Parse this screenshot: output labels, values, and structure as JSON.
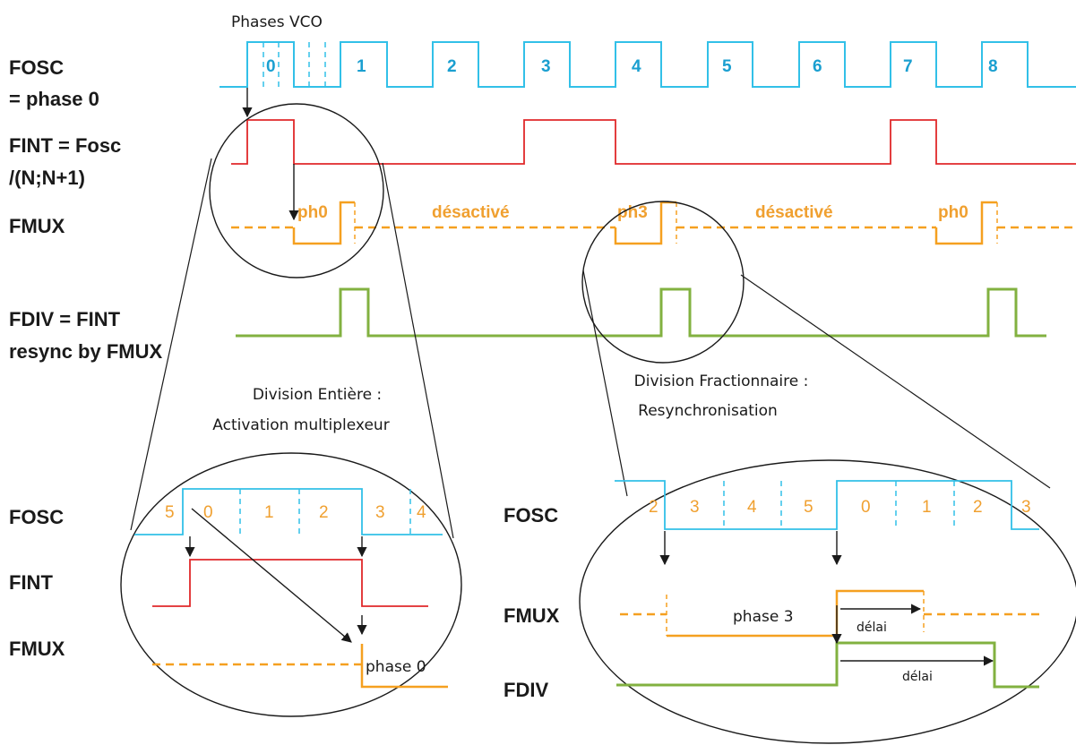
{
  "colors": {
    "fosc": "#32c0e8",
    "fint": "#e0282a",
    "fmux": "#f5a020",
    "fdiv": "#82b140",
    "ink": "#1a1a1a"
  },
  "top": {
    "phases_title": "Phases VCO",
    "labels": {
      "fosc_1": "FOSC",
      "fosc_2": "= phase 0",
      "fint_1": "FINT = Fosc",
      "fint_2": "/(N;N+1)",
      "fmux": "FMUX",
      "fdiv_1": "FDIV = FINT",
      "fdiv_2": "resync by FMUX"
    },
    "pulse_numbers": [
      "0",
      "1",
      "2",
      "3",
      "4",
      "5",
      "6",
      "7",
      "8"
    ],
    "fmux_tags": [
      "ph0",
      "désactivé",
      "ph3",
      "désactivé",
      "ph0"
    ]
  },
  "left_zoom": {
    "caption_1": "Division Entière :",
    "caption_2": "Activation multiplexeur",
    "labels": {
      "fosc": "FOSC",
      "fint": "FINT",
      "fmux": "FMUX"
    },
    "phase_numbers": [
      "5",
      "0",
      "1",
      "2",
      "3",
      "4"
    ],
    "phase_text": "phase 0"
  },
  "right_zoom": {
    "caption_1": "Division Fractionnaire :",
    "caption_2": "Resynchronisation",
    "labels": {
      "fosc": "FOSC",
      "fmux": "FMUX",
      "fdiv": "FDIV"
    },
    "phase_numbers": [
      "2",
      "3",
      "4",
      "5",
      "0",
      "1",
      "2",
      "3"
    ],
    "phase_text": "phase 3",
    "delay_1": "délai",
    "delay_2": "délai"
  }
}
